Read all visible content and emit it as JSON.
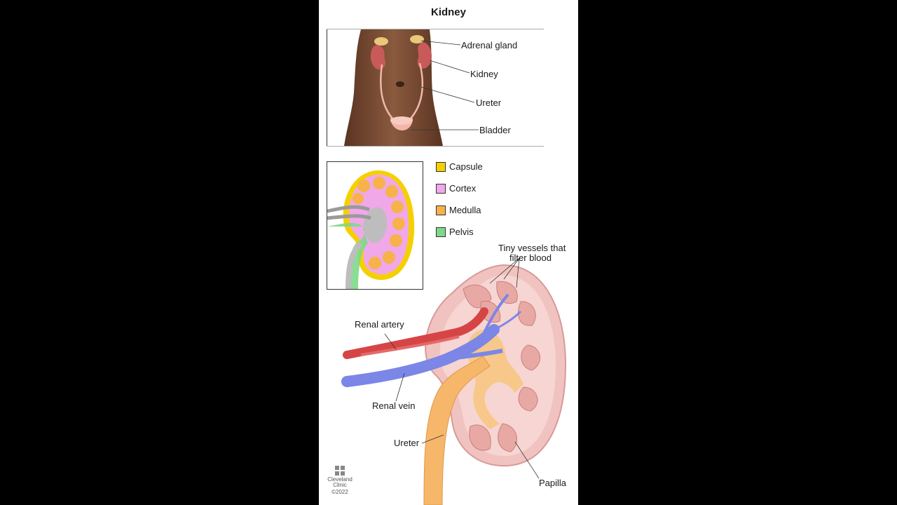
{
  "title": "Kidney",
  "body_labels": {
    "adrenal_gland": "Adrenal gland",
    "kidney": "Kidney",
    "ureter": "Ureter",
    "bladder": "Bladder"
  },
  "legend": [
    {
      "label": "Capsule",
      "color": "#f5d000"
    },
    {
      "label": "Cortex",
      "color": "#f0a8e8"
    },
    {
      "label": "Medulla",
      "color": "#f7b24a"
    },
    {
      "label": "Pelvis",
      "color": "#7ed88a"
    }
  ],
  "detail_labels": {
    "tiny_vessels_line1": "Tiny vessels that",
    "tiny_vessels_line2": "filter blood",
    "renal_artery": "Renal artery",
    "renal_vein": "Renal vein",
    "ureter": "Ureter",
    "papilla": "Papilla"
  },
  "logo": {
    "name_line1": "Cleveland",
    "name_line2": "Clinic",
    "copyright": "©2022"
  }
}
